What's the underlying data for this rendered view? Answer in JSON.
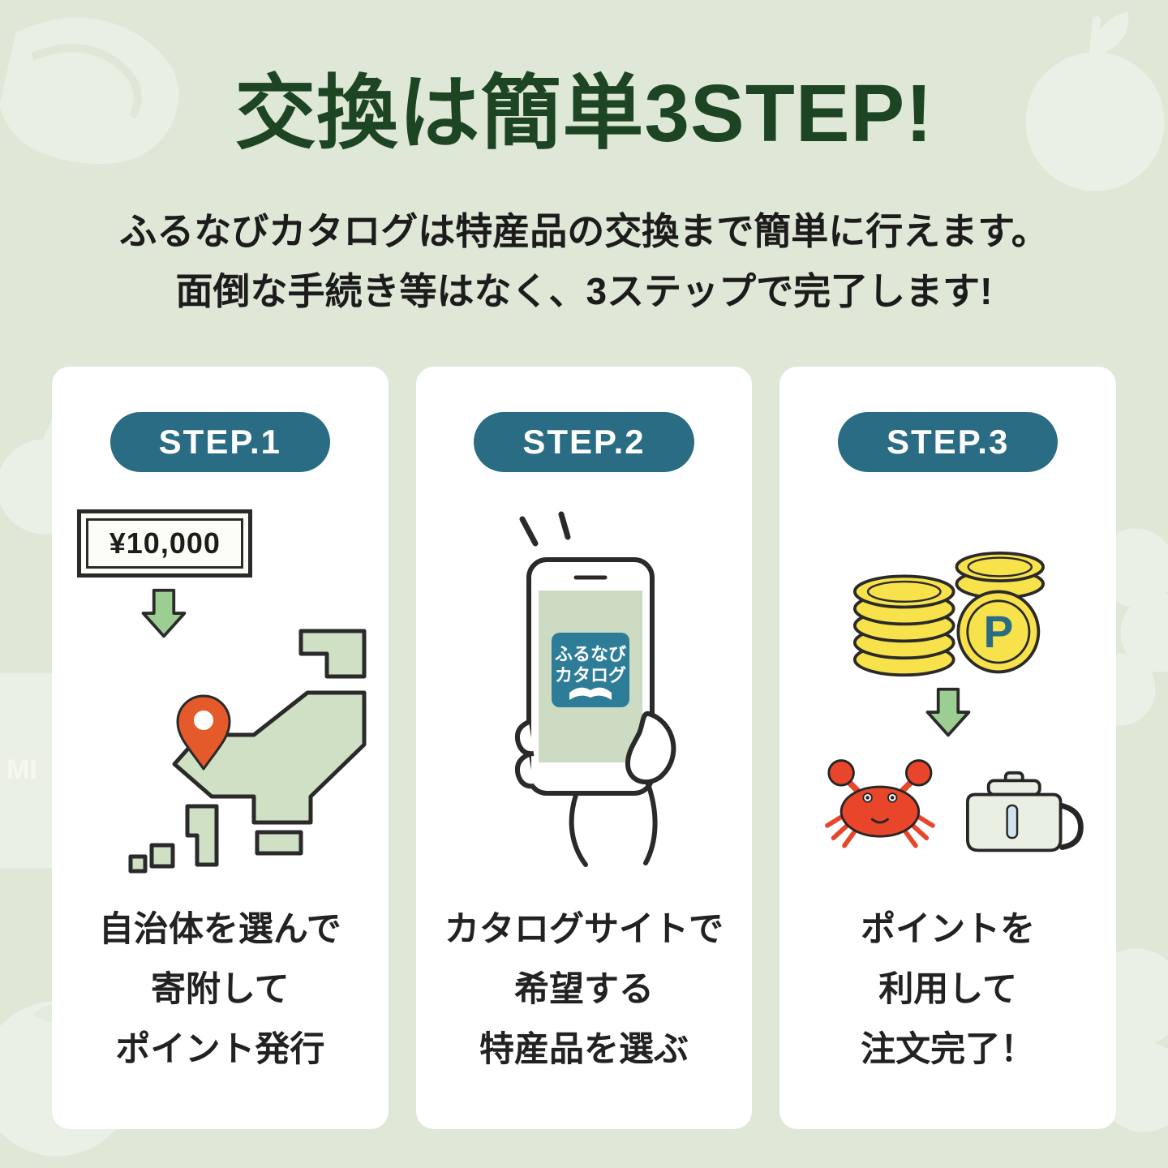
{
  "page": {
    "title": "交換は簡単3STEP!",
    "subtitle_line1": "ふるなびカタログは特産品の交換まで簡単に行えます。",
    "subtitle_line2": "面倒な手続き等はなく、3ステップで完了します!"
  },
  "steps": [
    {
      "badge": "STEP.1",
      "banknote_label": "¥10,000",
      "captions": [
        "自治体を選んで",
        "寄附して",
        "ポイント発行"
      ]
    },
    {
      "badge": "STEP.2",
      "phone_logo_line1": "ふるなび",
      "phone_logo_line2": "カタログ",
      "captions": [
        "カタログサイトで",
        "希望する",
        "特産品を選ぶ"
      ]
    },
    {
      "badge": "STEP.3",
      "coin_letter": "P",
      "captions": [
        "ポイントを",
        "利用して",
        "注文完了！"
      ]
    }
  ],
  "background_decor": {
    "jar_label": "MI"
  },
  "colors": {
    "background": "#dfe8d7",
    "title_green": "#1d4524",
    "badge_teal": "#2a6c83",
    "card_white": "#ffffff",
    "arrow_green": "#9ccd92",
    "pin_orange": "#e55a2b",
    "coin_yellow": "#f8e24b",
    "crab_red": "#e8452b",
    "map_green": "#cfe0c4",
    "outline_dark": "#2a2a2a"
  }
}
